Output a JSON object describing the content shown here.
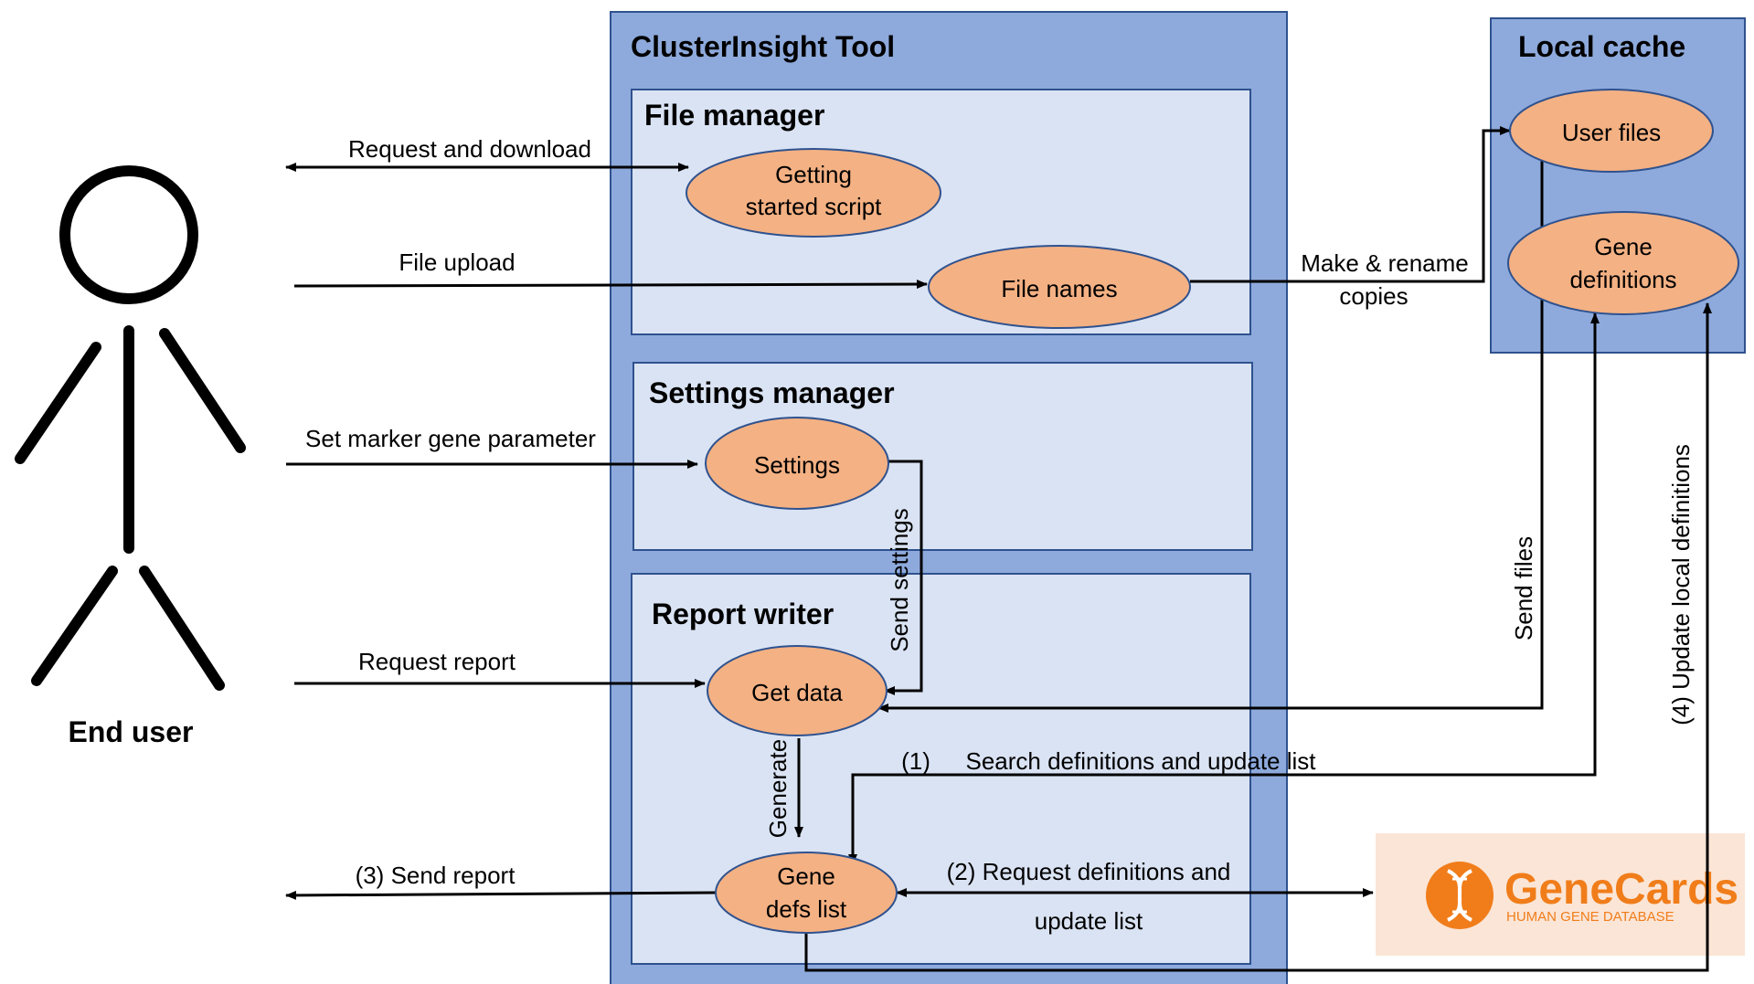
{
  "actor": {
    "name": "End user"
  },
  "tool": {
    "title": "ClusterInsight Tool",
    "file_manager": {
      "title": "File manager",
      "getting_started": [
        "Getting",
        "started script"
      ],
      "file_names": "File names"
    },
    "settings_manager": {
      "title": "Settings manager",
      "settings": "Settings"
    },
    "report_writer": {
      "title": "Report writer",
      "get_data": "Get data",
      "gene_defs_list": [
        "Gene",
        "defs list"
      ]
    }
  },
  "local_cache": {
    "title": "Local cache",
    "user_files": "User files",
    "gene_definitions": [
      "Gene",
      "definitions"
    ]
  },
  "external": {
    "logo_text": "GeneCards",
    "logo_subtext": "HUMAN GENE DATABASE",
    "brand_color": "#f07d1a",
    "background_color": "#fbe5d6"
  },
  "flows": {
    "request_download": "Request and download",
    "file_upload": "File upload",
    "set_marker": "Set marker gene parameter",
    "request_report": "Request report",
    "send_report": "(3) Send report",
    "make_rename": [
      "Make & rename",
      "copies"
    ],
    "send_settings": "Send settings",
    "generate": "Generate",
    "search_definitions": [
      "(1)",
      "Search definitions and update list"
    ],
    "request_definitions": [
      "(2) Request definitions and",
      "update list"
    ],
    "send_files": "Send files",
    "update_local": "(4) Update local definitions"
  },
  "colors": {
    "container_fill": "#8eaadc",
    "panel_fill": "#dae3f3",
    "node_fill": "#f4b183",
    "border": "#2f528f"
  }
}
